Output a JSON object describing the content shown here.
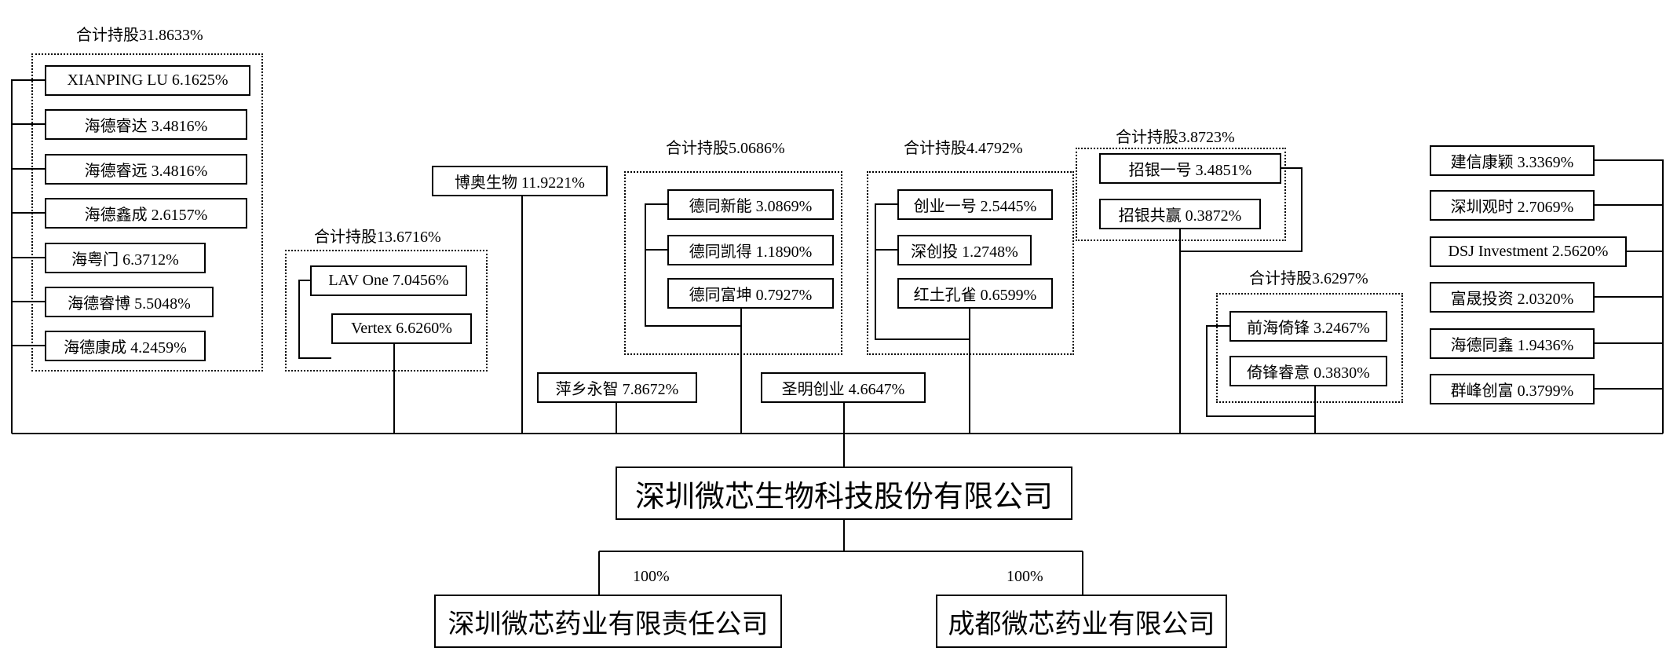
{
  "groups": {
    "left": {
      "total": "合计持股31.8633%",
      "members": [
        "XIANPING LU 6.1625%",
        "海德睿达 3.4816%",
        "海德睿远 3.4816%",
        "海德鑫成 2.6157%",
        "海粤门 6.3712%",
        "海德睿博 5.5048%",
        "海德康成 4.2459%"
      ]
    },
    "lav": {
      "total": "合计持股13.6716%",
      "members": [
        "LAV One 7.0456%",
        "Vertex 6.6260%"
      ]
    },
    "detong": {
      "total": "合计持股5.0686%",
      "members": [
        "德同新能 3.0869%",
        "德同凯得 1.1890%",
        "德同富坤 0.7927%"
      ]
    },
    "chuangye": {
      "total": "合计持股4.4792%",
      "members": [
        "创业一号 2.5445%",
        "深创投 1.2748%",
        "红土孔雀 0.6599%"
      ]
    },
    "zhaoyin": {
      "total": "合计持股3.8723%",
      "members": [
        "招银一号 3.4851%",
        "招银共赢 0.3872%"
      ]
    },
    "qianhai": {
      "total": "合计持股3.6297%",
      "members": [
        "前海倚锋 3.2467%",
        "倚锋睿意 0.3830%"
      ]
    }
  },
  "single_holders": {
    "boao": "博奥生物 11.9221%",
    "pingxiang": "萍乡永智 7.8672%",
    "shengming": "圣明创业 4.6647%"
  },
  "right_holders": [
    "建信康颖 3.3369%",
    "深圳观时 2.7069%",
    "DSJ Investment 2.5620%",
    "富晟投资 2.0320%",
    "海德同鑫 1.9436%",
    "群峰创富 0.3799%"
  ],
  "company": "深圳微芯生物科技股份有限公司",
  "subsidiaries": [
    {
      "name": "深圳微芯药业有限责任公司",
      "pct": "100%"
    },
    {
      "name": "成都微芯药业有限公司",
      "pct": "100%"
    }
  ]
}
